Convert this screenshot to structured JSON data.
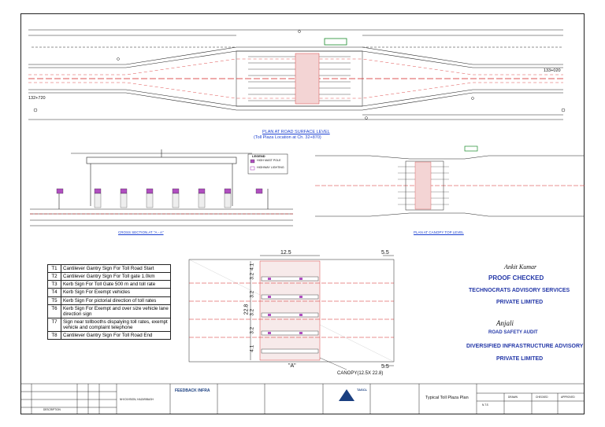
{
  "plan": {
    "title": "PLAN AT ROAD SURFACE LEVEL",
    "subtitle": "(Toll Plaza Location at Ch. 32+870)",
    "chainage_left": "132+720",
    "chainage_right": "133+020"
  },
  "cross_section": {
    "title": "CROSS SECTION AT \"A - A\""
  },
  "canopy_plan": {
    "title": "PLAN AT CANOPY TOP LEVEL"
  },
  "legend_small": {
    "title": "LEGEND",
    "items": [
      "HIGH MAST POLE",
      "HIGHWAY LIGHTING"
    ]
  },
  "detail": {
    "dim_top": "12.5",
    "dim_right": "5.5",
    "dim_right_bottom": "5.5",
    "lane_dim": "3.2",
    "total_dim": "22.8",
    "edge_dim": "4.1",
    "section_mark": "\"A\"",
    "canopy_label": "CANOPY(12.5X 22.8)"
  },
  "sign_legend": [
    {
      "code": "T1",
      "text": "Cantilever Gantry Sign For Toll Road Start"
    },
    {
      "code": "T2",
      "text": "Cantilever Gantry Sign For Toll gate 1.0km"
    },
    {
      "code": "T3",
      "text": "Kerb Sign For Toll Gate 500 m and toll rate"
    },
    {
      "code": "T4",
      "text": "Kerb Sign For Exempt vehicles"
    },
    {
      "code": "T5",
      "text": "Kerb Sign For pictorial direction of toll rates"
    },
    {
      "code": "T6",
      "text": "Kerb Sign For Exempt and over size vehicle lane direction sign"
    },
    {
      "code": "T7",
      "text": "Sign near tollbooths dispalying toll rates, exempt vehicle and complaint telephone"
    },
    {
      "code": "T8",
      "text": "Cantilever Gantry Sign For Toll Road End"
    }
  ],
  "approvals": {
    "signature1": "Ankit Kumar",
    "proof_checked": "PROOF CHECKED",
    "firm1_line1": "TECHNOCRATS ADVISORY SERVICES",
    "firm1_line2": "PRIVATE LIMITED",
    "signature2": "Anjali",
    "road_safety": "ROAD SAFETY AUDIT",
    "firm2_line1": "DIVERSIFIED INFRASTRUCTURE ADVISORY",
    "firm2_line2": "PRIVATE LIMITED"
  },
  "title_block": {
    "description": "DESCRIPTION",
    "division": "NHI DIVISION, HAZARIBAGH",
    "contractor": "FEEDBACK INFRA",
    "drawing_title": "Typical Toll Plaza Plan",
    "scale": "N.T.S",
    "drawn": "DRAWN",
    "checked": "CHECKED",
    "approved": "APPROVED",
    "tascl": "TASCL"
  },
  "colors": {
    "ink": "#222222",
    "red_centerline": "#d42020",
    "blue_title": "#1a3fd0",
    "stamp_blue": "#2438a8",
    "booth_fill": "#b04fc0",
    "green_box": "#1a8a2a"
  }
}
